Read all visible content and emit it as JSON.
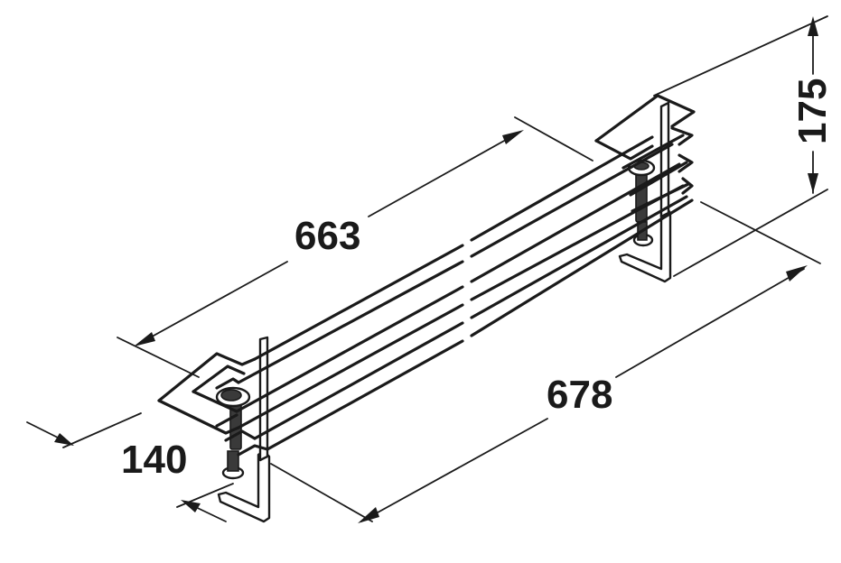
{
  "dimensions": {
    "total_length": "678",
    "inner_length": "663",
    "depth": "140",
    "height": "175"
  },
  "colors": {
    "line": "#1a1a1a",
    "background": "#ffffff"
  }
}
